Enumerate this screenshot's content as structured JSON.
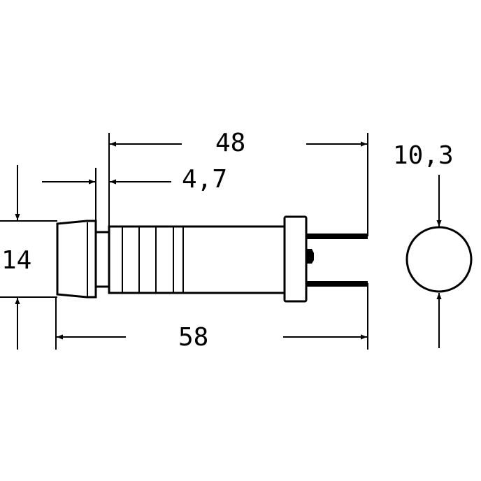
{
  "dimensions": {
    "overall_length": "58",
    "body_length": "48",
    "panel_thickness": "4,7",
    "height": "14",
    "diameter": "10,3"
  },
  "colors": {
    "line": "#000000",
    "background": "#ffffff"
  }
}
